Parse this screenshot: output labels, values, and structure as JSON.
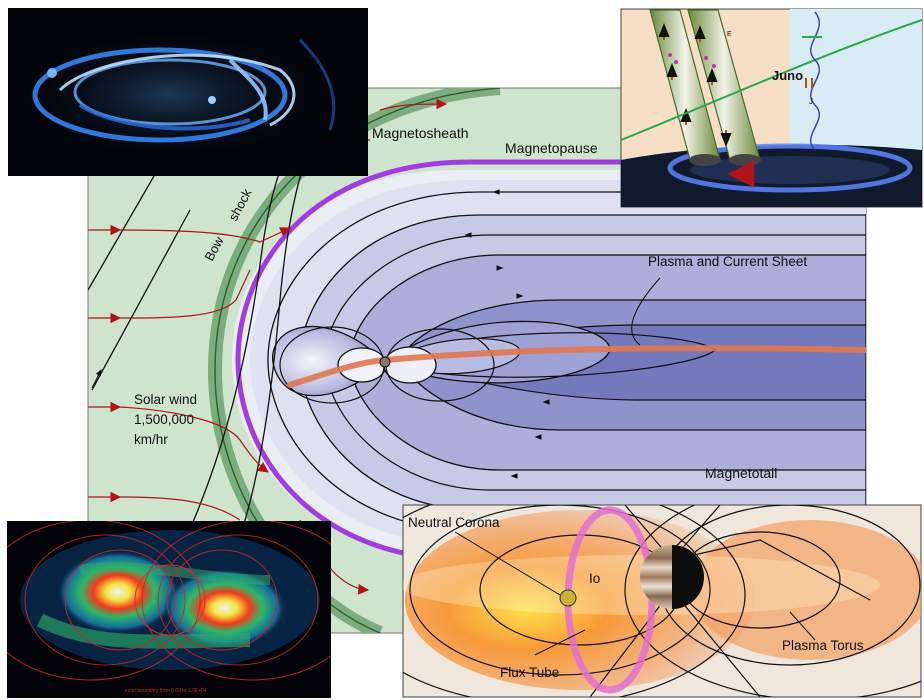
{
  "main": {
    "labels": {
      "magnetosheath": "Magnetosheath",
      "magnetopause": "Magnetopause",
      "bow": "Bow",
      "shock": "shock",
      "plasma_current_sheet": "Plasma  and  Current  Sheet",
      "solar_wind_1": "Solar wind",
      "solar_wind_2": "1,500,000",
      "solar_wind_3": "km/hr",
      "magnetotail": "Magnetotail"
    }
  },
  "insets": {
    "aurora_uv": {
      "kind": "ultraviolet aurora image"
    },
    "juno_fluxtube": {
      "label": "Juno",
      "symbols": [
        "E",
        "J"
      ]
    },
    "ir_emission": {
      "caption": "inner boundary from 0.00 to 1.0E+04"
    },
    "io_torus": {
      "labels": {
        "neutral_corona": "Neutral Corona",
        "io": "Io",
        "flux_tube": "Flux Tube",
        "plasma_torus": "Plasma Torus"
      }
    }
  },
  "colors": {
    "sheath_green": "#cfe4cc",
    "bow_shock": "#7bad7e",
    "magnetopause": "#a23ce0",
    "field_fill": "#8a8fc8",
    "field_line": "#111111",
    "current_sheet": "#e07850",
    "solar_wind_arrow": "#b0141a",
    "aurora_blue": "#2b7fff",
    "torus_orange": "#f07a2a",
    "flux_tube_pink": "#e070d0"
  }
}
